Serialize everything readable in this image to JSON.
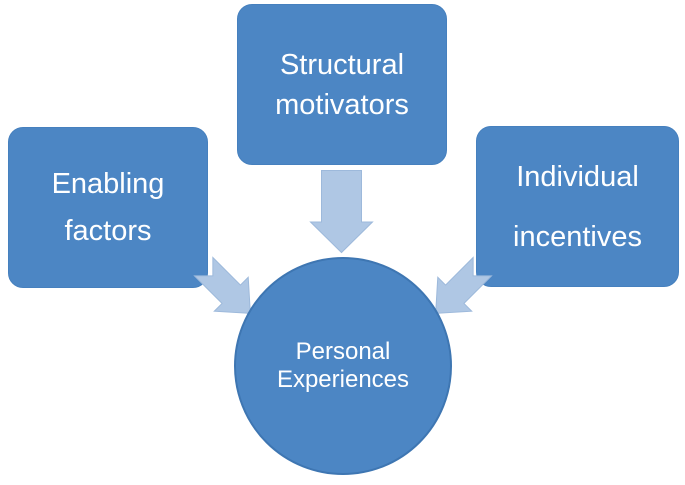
{
  "diagram": {
    "background_color": "#FFFFFF",
    "colors": {
      "shape_fill": "#4C86C4",
      "shape_border": "#4680BE",
      "circle_border": "#3E76B2",
      "arrow_fill": "#AFC7E4",
      "arrow_border": "#9DB9DB",
      "text": "#FFFFFF"
    },
    "nodes": [
      {
        "name": "enabling-factors",
        "line1": "Enabling",
        "line2": "factors"
      },
      {
        "name": "structural-motivators",
        "line1": "Structural",
        "line2": "motivators"
      },
      {
        "name": "individual-incentives",
        "line1": "Individual",
        "line2": "incentives"
      }
    ],
    "center_node": {
      "name": "personal-experiences",
      "line1": "Personal",
      "line2": "Experiences"
    },
    "arrows": [
      {
        "name": "arrow-diagonal-down-right-icon",
        "from": "enabling-factors",
        "to": "personal-experiences",
        "direction": "down-right"
      },
      {
        "name": "arrow-down-icon",
        "from": "structural-motivators",
        "to": "personal-experiences",
        "direction": "down"
      },
      {
        "name": "arrow-diagonal-down-left-icon",
        "from": "individual-incentives",
        "to": "personal-experiences",
        "direction": "down-left"
      }
    ]
  }
}
